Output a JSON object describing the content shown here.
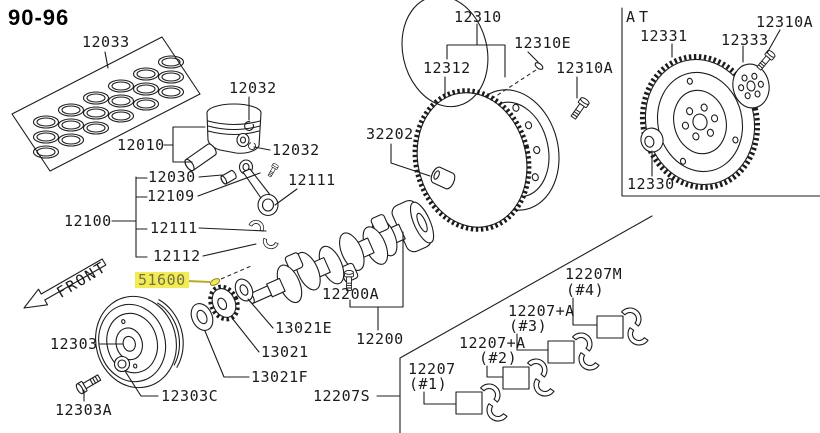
{
  "page_code": "90-96",
  "orientation": {
    "front": "FRONT"
  },
  "colors": {
    "line": "#1c1c1c",
    "highlight_bg": "#f2ec52",
    "highlight_text": "#70704e",
    "highlight_line": "#b5ac25"
  },
  "labels": {
    "p12033": "12033",
    "p12032a": "12032",
    "p12010": "12010",
    "p12032b": "12032",
    "p12030": "12030",
    "p12109": "12109",
    "p12111a": "12111",
    "p12100": "12100",
    "p12111b": "12111",
    "p12112": "12112",
    "p51600": "51600",
    "p12303": "12303",
    "p12303a": "12303A",
    "p12303c": "12303C",
    "p13021e": "13021E",
    "p13021": "13021",
    "p13021f": "13021F",
    "p12200a": "12200A",
    "p12200": "12200",
    "p12207s": "12207S",
    "p12207": "12207",
    "n1": "(#1)",
    "p12207a2": "12207+A",
    "n2": "(#2)",
    "p12207a3": "12207+A",
    "n3": "(#3)",
    "p12207m": "12207M",
    "n4": "(#4)",
    "p12310": "12310",
    "p12310e": "12310E",
    "p12312": "12312",
    "p12310a_m": "12310A",
    "p32202": "32202",
    "p12331": "12331",
    "p12333": "12333",
    "p12310a_at": "12310A",
    "p12330": "12330"
  },
  "at_panel": {
    "title": "AT"
  }
}
